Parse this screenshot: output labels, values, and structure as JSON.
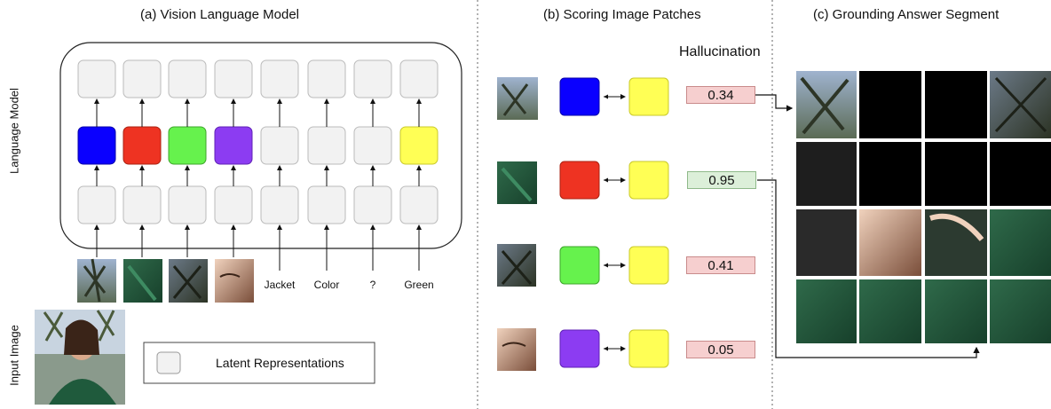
{
  "panels": {
    "a_title": "(a) Vision Language Model",
    "b_title": "(b) Scoring Image Patches",
    "c_title": "(c) Grounding Answer Segment"
  },
  "labels": {
    "language_model": "Language Model",
    "input_image": "Input Image",
    "hallucination": "Hallucination",
    "legend": "Latent Representations"
  },
  "tokens": [
    "Jacket",
    "Color",
    "?",
    "Green"
  ],
  "colors": {
    "blue": "#0a00ff",
    "red": "#ee3322",
    "green": "#66f24d",
    "purple": "#8c3cf2",
    "yellow": "#ffff55",
    "gray": "#f2f2f2"
  },
  "scores": [
    {
      "value": "0.34",
      "color": "blue"
    },
    {
      "value": "0.95",
      "color": "red"
    },
    {
      "value": "0.41",
      "color": "green"
    },
    {
      "value": "0.05",
      "color": "purple"
    }
  ]
}
